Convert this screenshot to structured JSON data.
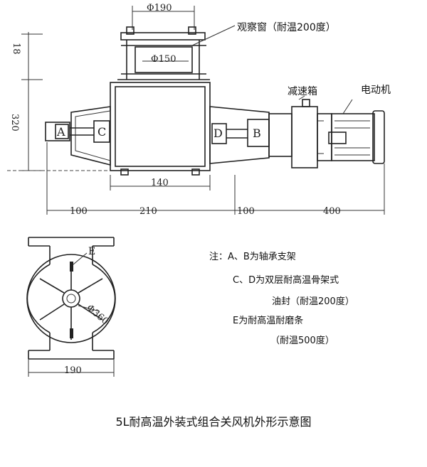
{
  "labels": {
    "observation_window": "观察窗（耐温200度）",
    "reducer": "减速箱",
    "motor": "电动机",
    "part_a": "A",
    "part_b": "B",
    "part_c": "C",
    "part_d": "D",
    "part_e": "E"
  },
  "dimensions": {
    "top_width": "Φ190",
    "window_dia": "Φ150",
    "left_height": "18",
    "body_height": "320",
    "body_width": "140",
    "seg_1": "100",
    "seg_2": "210",
    "seg_3": "100",
    "seg_4": "400",
    "flange_width": "190",
    "rotor_dia": "Φ360"
  },
  "notes": {
    "line1": "注：A、B为轴承支架",
    "line2": "C、D为双层耐高温骨架式",
    "line3": "油封（耐温200度）",
    "line4": "E为耐高温耐磨条",
    "line5": "（耐温500度）"
  },
  "caption": "5L耐高温外装式组合关风机外形示意图"
}
